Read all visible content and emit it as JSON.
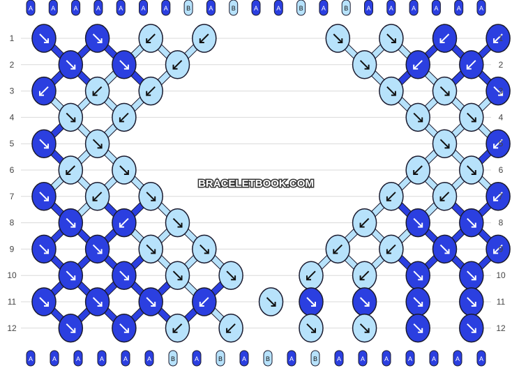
{
  "watermark": "BRACELETBOOK.COM",
  "colors": {
    "A": "#2b3fe0",
    "B": "#b7e2fb",
    "outline": "#1a1a2e",
    "guide": "#d9d9d9",
    "row_number": "#444444",
    "arrow_on_dark": "#ffffff",
    "arrow_on_light": "#111111"
  },
  "strings_top": [
    "A",
    "A",
    "A",
    "A",
    "A",
    "A",
    "A",
    "B",
    "A",
    "B",
    "A",
    "A",
    "B",
    "A",
    "B",
    "A",
    "A",
    "A",
    "A",
    "A",
    "A"
  ],
  "strings_bottom": [
    "A",
    "A",
    "A",
    "A",
    "A",
    "A",
    "B",
    "A",
    "B",
    "A",
    "B",
    "A",
    "B",
    "A",
    "A",
    "A",
    "A",
    "A",
    "A",
    "A"
  ],
  "row_numbers": [
    "1",
    "2",
    "3",
    "4",
    "5",
    "6",
    "7",
    "8",
    "9",
    "10",
    "11",
    "12"
  ],
  "knots": [
    {
      "row": 1,
      "col": 0,
      "color": "A",
      "dir": "se"
    },
    {
      "row": 1,
      "col": 2,
      "color": "A",
      "dir": "se"
    },
    {
      "row": 1,
      "col": 4,
      "color": "B",
      "dir": "sw"
    },
    {
      "row": 1,
      "col": 6,
      "color": "B",
      "dir": "sw"
    },
    {
      "row": 1,
      "col": 11,
      "color": "B",
      "dir": "se"
    },
    {
      "row": 1,
      "col": 13,
      "color": "B",
      "dir": "se"
    },
    {
      "row": 1,
      "col": 15,
      "color": "A",
      "dir": "sw"
    },
    {
      "row": 1,
      "col": 17,
      "color": "A",
      "dir": "sw"
    },
    {
      "row": 2,
      "col": 1,
      "color": "A",
      "dir": "se"
    },
    {
      "row": 2,
      "col": 3,
      "color": "A",
      "dir": "se"
    },
    {
      "row": 2,
      "col": 5,
      "color": "B",
      "dir": "sw"
    },
    {
      "row": 2,
      "col": 12,
      "color": "B",
      "dir": "se"
    },
    {
      "row": 2,
      "col": 14,
      "color": "A",
      "dir": "sw"
    },
    {
      "row": 2,
      "col": 16,
      "color": "A",
      "dir": "sw"
    },
    {
      "row": 3,
      "col": 0,
      "color": "A",
      "dir": "sw"
    },
    {
      "row": 3,
      "col": 2,
      "color": "B",
      "dir": "sw"
    },
    {
      "row": 3,
      "col": 4,
      "color": "B",
      "dir": "sw"
    },
    {
      "row": 3,
      "col": 13,
      "color": "B",
      "dir": "se"
    },
    {
      "row": 3,
      "col": 15,
      "color": "B",
      "dir": "se"
    },
    {
      "row": 3,
      "col": 17,
      "color": "A",
      "dir": "se"
    },
    {
      "row": 4,
      "col": 1,
      "color": "B",
      "dir": "se"
    },
    {
      "row": 4,
      "col": 3,
      "color": "B",
      "dir": "sw"
    },
    {
      "row": 4,
      "col": 14,
      "color": "B",
      "dir": "se"
    },
    {
      "row": 4,
      "col": 16,
      "color": "B",
      "dir": "se"
    },
    {
      "row": 5,
      "col": 0,
      "color": "A",
      "dir": "se"
    },
    {
      "row": 5,
      "col": 2,
      "color": "B",
      "dir": "se"
    },
    {
      "row": 5,
      "col": 15,
      "color": "B",
      "dir": "se"
    },
    {
      "row": 5,
      "col": 17,
      "color": "A",
      "dir": "sw"
    },
    {
      "row": 6,
      "col": 1,
      "color": "B",
      "dir": "sw"
    },
    {
      "row": 6,
      "col": 3,
      "color": "B",
      "dir": "se"
    },
    {
      "row": 6,
      "col": 14,
      "color": "B",
      "dir": "sw"
    },
    {
      "row": 6,
      "col": 16,
      "color": "B",
      "dir": "se"
    },
    {
      "row": 7,
      "col": 0,
      "color": "A",
      "dir": "se"
    },
    {
      "row": 7,
      "col": 2,
      "color": "B",
      "dir": "sw"
    },
    {
      "row": 7,
      "col": 4,
      "color": "B",
      "dir": "se"
    },
    {
      "row": 7,
      "col": 13,
      "color": "B",
      "dir": "sw"
    },
    {
      "row": 7,
      "col": 15,
      "color": "B",
      "dir": "sw"
    },
    {
      "row": 7,
      "col": 17,
      "color": "A",
      "dir": "sw"
    },
    {
      "row": 8,
      "col": 1,
      "color": "A",
      "dir": "se"
    },
    {
      "row": 8,
      "col": 3,
      "color": "A",
      "dir": "sw"
    },
    {
      "row": 8,
      "col": 5,
      "color": "B",
      "dir": "se"
    },
    {
      "row": 8,
      "col": 12,
      "color": "B",
      "dir": "sw"
    },
    {
      "row": 8,
      "col": 14,
      "color": "A",
      "dir": "se"
    },
    {
      "row": 8,
      "col": 16,
      "color": "A",
      "dir": "se"
    },
    {
      "row": 9,
      "col": 0,
      "color": "A",
      "dir": "se"
    },
    {
      "row": 9,
      "col": 2,
      "color": "A",
      "dir": "se"
    },
    {
      "row": 9,
      "col": 4,
      "color": "B",
      "dir": "se"
    },
    {
      "row": 9,
      "col": 6,
      "color": "B",
      "dir": "se"
    },
    {
      "row": 9,
      "col": 11,
      "color": "B",
      "dir": "sw"
    },
    {
      "row": 9,
      "col": 13,
      "color": "B",
      "dir": "sw"
    },
    {
      "row": 9,
      "col": 15,
      "color": "A",
      "dir": "se"
    },
    {
      "row": 9,
      "col": 17,
      "color": "A",
      "dir": "sw"
    },
    {
      "row": 10,
      "col": 1,
      "color": "A",
      "dir": "se"
    },
    {
      "row": 10,
      "col": 3,
      "color": "A",
      "dir": "se"
    },
    {
      "row": 10,
      "col": 5,
      "color": "B",
      "dir": "se"
    },
    {
      "row": 10,
      "col": 7,
      "color": "B",
      "dir": "se"
    },
    {
      "row": 10,
      "col": 10,
      "color": "B",
      "dir": "sw"
    },
    {
      "row": 10,
      "col": 12,
      "color": "B",
      "dir": "sw"
    },
    {
      "row": 10,
      "col": 14,
      "color": "A",
      "dir": "se"
    },
    {
      "row": 10,
      "col": 16,
      "color": "A",
      "dir": "se"
    },
    {
      "row": 11,
      "col": 0,
      "color": "A",
      "dir": "se"
    },
    {
      "row": 11,
      "col": 2,
      "color": "A",
      "dir": "se"
    },
    {
      "row": 11,
      "col": 4,
      "color": "A",
      "dir": "se"
    },
    {
      "row": 11,
      "col": 6,
      "color": "A",
      "dir": "sw"
    },
    {
      "row": 11,
      "col": 8.5,
      "color": "B",
      "dir": "se"
    },
    {
      "row": 11,
      "col": 10,
      "color": "A",
      "dir": "se"
    },
    {
      "row": 11,
      "col": 12,
      "color": "A",
      "dir": "se"
    },
    {
      "row": 11,
      "col": 14,
      "color": "A",
      "dir": "se"
    },
    {
      "row": 11,
      "col": 16,
      "color": "A",
      "dir": "se"
    },
    {
      "row": 12,
      "col": 1,
      "color": "A",
      "dir": "se"
    },
    {
      "row": 12,
      "col": 3,
      "color": "A",
      "dir": "se"
    },
    {
      "row": 12,
      "col": 5,
      "color": "B",
      "dir": "sw"
    },
    {
      "row": 12,
      "col": 7,
      "color": "B",
      "dir": "sw"
    },
    {
      "row": 12,
      "col": 10,
      "color": "B",
      "dir": "se"
    },
    {
      "row": 12,
      "col": 12,
      "color": "B",
      "dir": "se"
    },
    {
      "row": 12,
      "col": 14,
      "color": "A",
      "dir": "se"
    },
    {
      "row": 12,
      "col": 16,
      "color": "A",
      "dir": "se"
    }
  ]
}
